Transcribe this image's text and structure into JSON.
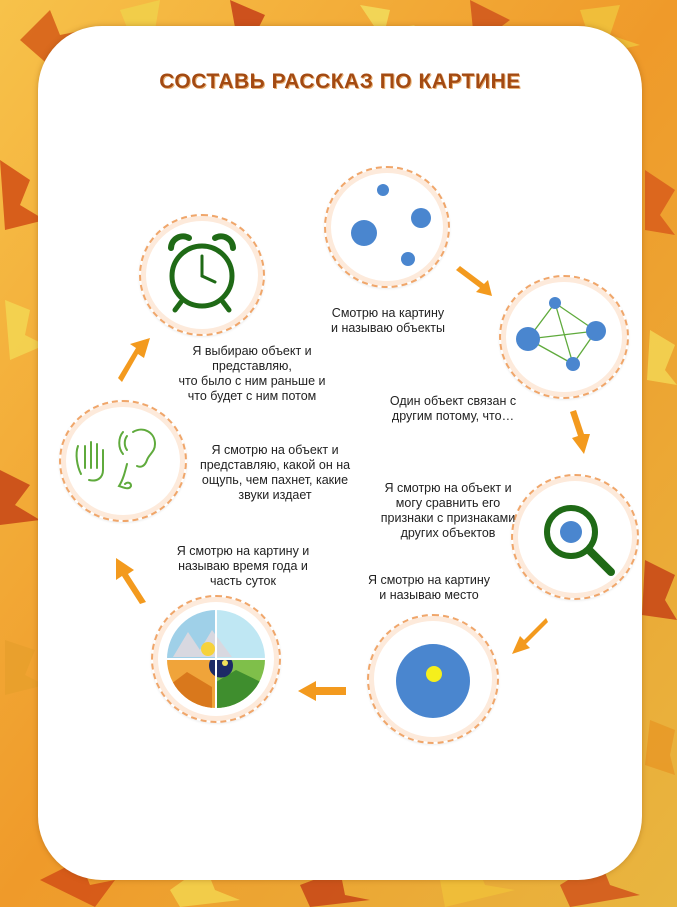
{
  "title": "СОСТАВЬ РАССКАЗ ПО КАРТИНЕ",
  "colors": {
    "title": "#a34a12",
    "accent_blue": "#4a86cf",
    "arrow_orange": "#f39a1e",
    "ring": "#f0a66a",
    "clock_green": "#1f6a16",
    "lens_green": "#1f6a16",
    "sun_yellow": "#f5ef1c"
  },
  "steps": [
    {
      "icon": "scattered-dots-icon",
      "text": "Смотрю на картину\nи называю объекты"
    },
    {
      "icon": "connected-dots-icon",
      "text": "Один объект связан с\nдругим потому, что…"
    },
    {
      "icon": "magnifier-icon",
      "text": "Я смотрю на объект и\nмогу сравнить  его\nпризнаки с признаками\nдругих  объектов"
    },
    {
      "icon": "place-circle-icon",
      "text": "Я смотрю на картину\nи называю место"
    },
    {
      "icon": "seasons-icon",
      "text": "Я смотрю на картину и\nназываю время года и\nчасть суток"
    },
    {
      "icon": "senses-icon",
      "text": "Я смотрю на объект и\nпредставляю, какой он на\nощупь, чем пахнет, какие\nзвуки издает"
    },
    {
      "icon": "alarm-clock-icon",
      "text": "Я выбираю объект и\nпредставляю,\nчто было с ним раньше и\nчто будет с ним потом"
    }
  ]
}
